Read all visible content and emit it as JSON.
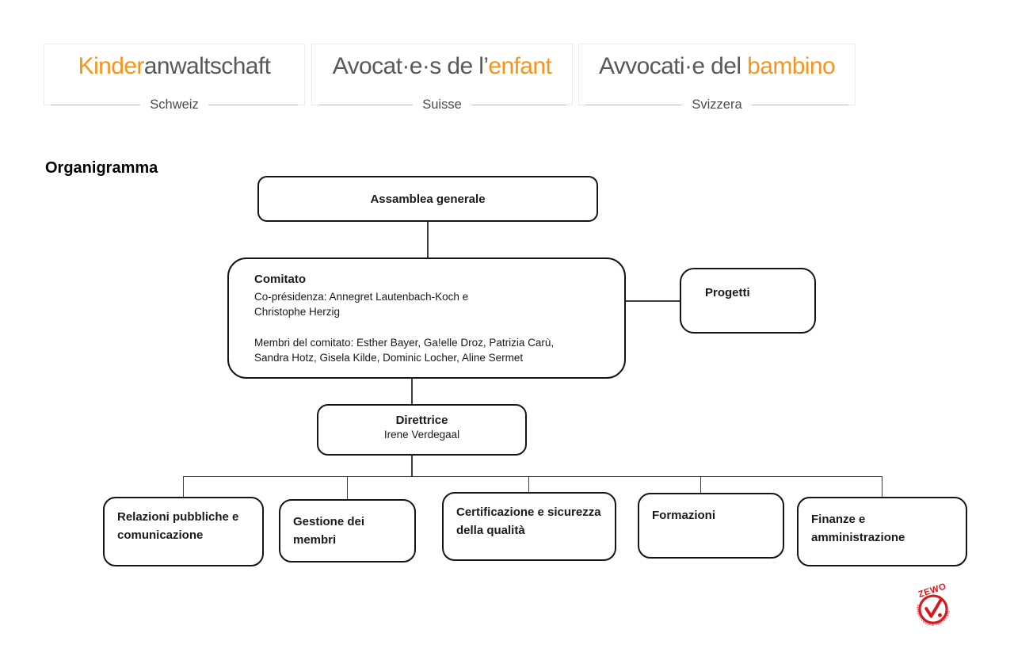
{
  "header": {
    "logos": [
      {
        "part1": "Kinder",
        "part2": "anwaltschaft",
        "sublabel": "Schweiz"
      },
      {
        "part1": "Avocat·e·s de l’",
        "part2": "enfant",
        "sublabel": "Suisse"
      },
      {
        "part1": "Avvocati·e del ",
        "part2": "bambino",
        "sublabel": "Svizzera"
      }
    ]
  },
  "heading": "Organigramma",
  "org_chart": {
    "assemblea": {
      "label": "Assamblea generale"
    },
    "comitato": {
      "title": "Comitato",
      "line1": "Co-présidenza: Annegret Lautenbach-Koch e",
      "line2": "Christophe Herzig",
      "line3": "Membri del comitato: Esther Bayer, Ga!elle Droz, Patrizia Carù,",
      "line4": "Sandra Hotz, Gisela Kilde, Dominic Locher, Aline Sermet"
    },
    "progetti": {
      "label": "Progetti"
    },
    "direttrice": {
      "title": "Direttrice",
      "name": "Irene Verdegaal"
    },
    "departments": [
      {
        "label": "Relazioni pubbliche e comunicazione"
      },
      {
        "label": "Gestione dei membri"
      },
      {
        "label": "Certificazione e sicurezza della qualità"
      },
      {
        "label": "Formazioni"
      },
      {
        "label": "Finanze e amministrazione"
      }
    ]
  },
  "zewo": {
    "label": "ZEWO",
    "ring_text": "GEPRÜFT   CERTIFIÉ   CERTIFICATO"
  },
  "colors": {
    "accent_orange": "#f7941e",
    "logo_gray": "#58595b",
    "box_border": "#151515",
    "connector": "#3c3c3c",
    "zewo_red": "#d6191f"
  }
}
